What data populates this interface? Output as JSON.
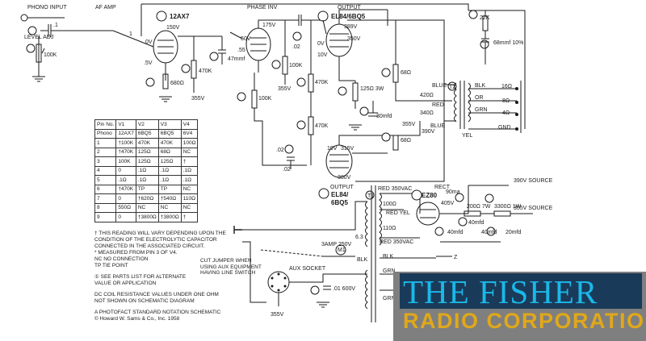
{
  "labels": {
    "phono_input": "PHONO INPUT",
    "af_amp": "AF AMP",
    "v1": "12AX7",
    "phase_inv": "PHASE INV",
    "output_top": "OUTPUT",
    "v2": "EL84/6BQ5",
    "level_adj": "LEVEL ADJ",
    "r1": "100K",
    "c3": ".1",
    "v_1": "1",
    "r3": "680Ω",
    "v150": "150V",
    "v0": "0V",
    "v5": ".5V",
    "r2": "470K",
    "v355a": "355V",
    "c5": "47mmf",
    "v175": "175V",
    "v50": "50V",
    "v55": ".55",
    "r5": "100K",
    "r6": "100K",
    "c6": ".02",
    "v355b": "355V",
    "v10a": "10V",
    "v389": "389V",
    "v350": "350V",
    "v0b": "0V",
    "r7": "470K",
    "r9": "125Ω 3W",
    "c2": "30mfd",
    "r8": "68Ω",
    "r10": "470K",
    "v355c": "355V",
    "v390": "390V",
    "blue1": "BLUE",
    "blue2": "BLUE",
    "red": "RED",
    "yel": "YEL",
    "t2_420": "420Ω",
    "t2_340": "340Ω",
    "t2": "T2",
    "blk": "BLK",
    "or": "OR",
    "grn": "GRN",
    "r4": "22K",
    "c4": "68mmf 10%",
    "out16": "16Ω",
    "out8": "8Ω",
    "out4": "4Ω",
    "gnd": "GND",
    "v315": "315V",
    "v10b": "10V",
    "v380": "380V",
    "r11": "68Ω",
    "c7": ".02",
    "c7b": ".02",
    "output_bot": "OUTPUT",
    "v3": "EL84/",
    "v3b": "6BQ5",
    "red350": "RED 350VAC",
    "rect": "RECT",
    "v4": "EZ80",
    "ma90": "90ma",
    "v405": "405V",
    "r12": "200Ω 7W",
    "r13": "3300Ω 1W",
    "v390src": "390V SOURCE",
    "v355src": "355V SOURCE",
    "c1b": "40mfd",
    "c1c": "40mfd",
    "c1a": "40mfd",
    "cc": "20mfd",
    "t1": "T1",
    "t1_100": "100Ω",
    "t1_redyel": "RED YEL",
    "t1_110": "110Ω",
    "red350b": "RED 350VAC",
    "v63": "6.3",
    "amp3": "3AMP 250V",
    "m1": "M1",
    "blk2": "BLK",
    "grn2": "GRN",
    "grn3": "GRN",
    "blk3": "BLK",
    "aux": "AUX SOCKET",
    "c8": ".01 600V",
    "v355d": "355V",
    "z": "Z"
  },
  "table": {
    "header": [
      "Pin No.",
      "V1",
      "V2",
      "V3",
      "V4"
    ],
    "rows": [
      [
        "Phono",
        "12AX7",
        "6BQ5",
        "6BQ5",
        "6V4"
      ],
      [
        "1",
        "†100K",
        "470K",
        "470K",
        "100Ω"
      ],
      [
        "2",
        "†470K",
        "125Ω",
        "68Ω",
        "NC"
      ],
      [
        "3",
        "100K",
        "125Ω",
        "125Ω",
        "†"
      ],
      [
        "4",
        "0",
        ".1Ω",
        ".1Ω",
        ".1Ω"
      ],
      [
        "5",
        ".1Ω",
        ".1Ω",
        ".1Ω",
        ".1Ω"
      ],
      [
        "6",
        "†470K",
        "TP",
        "TP",
        "NC"
      ],
      [
        "7",
        "0",
        "†620Ω",
        "†540Ω",
        "110Ω"
      ],
      [
        "8",
        "550Ω",
        "NC",
        "NC",
        "NC"
      ],
      [
        "9",
        "0",
        "†3800Ω",
        "†3800Ω",
        "†"
      ]
    ]
  },
  "notes": {
    "n1": "†  THIS READING WILL VARY DEPENDING UPON THE",
    "n1b": "CONDITION OF THE ELECTROLYTIC CAPACITOR",
    "n1c": "CONNECTED IN THE ASSOCIATED CIRCUIT.",
    "n1d": "*  MEASURED FROM PIN 3 OF V4.",
    "nc": "NC   NO CONNECTION",
    "tp": "TP   TIE POINT",
    "parts": "①  SEE PARTS LIST FOR ALTERNATE",
    "parts2": "VALUE OR APPLICATION",
    "dc": "DC COIL RESISTANCE VALUES UNDER ONE OHM",
    "dc2": "NOT SHOWN ON SCHEMATIC DIAGRAM",
    "photofact": "A PHOTOFACT STANDARD NOTATION SCHEMATIC",
    "copyright": "© Howard W. Sams & Co., Inc. 1958"
  },
  "cut_note": {
    "l1": "CUT JUMPER WHEN",
    "l2": "USING AUX EQUIPMENT",
    "l3": "HAVING LINE SWITCH"
  },
  "brand": {
    "title": "THE FISHER",
    "subtitle": "RADIO CORPORATION",
    "title_color": "#1ab8e8",
    "subtitle_color": "#e0a81a",
    "bg_color": "#1a3a5a"
  }
}
